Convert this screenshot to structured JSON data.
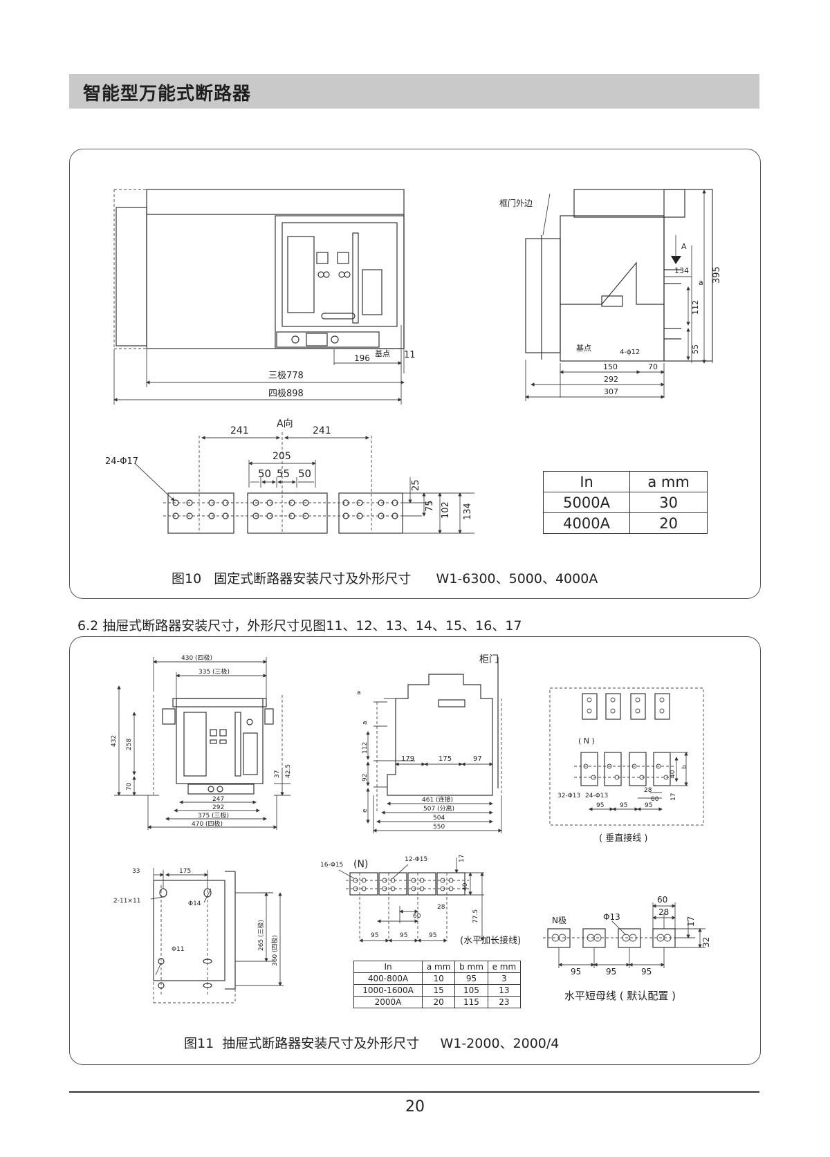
{
  "header": {
    "title": "智能型万能式断路器"
  },
  "figure10": {
    "front": {
      "dim_196": "196",
      "base_point": "基点",
      "dim_11": "11",
      "three_pole": "三极778",
      "four_pole": "四极898"
    },
    "side": {
      "frame_door_edge": "框门外边",
      "arrow_a": "A",
      "dim_134": "134",
      "dim_a": "a",
      "dim_112": "112",
      "dim_55": "55",
      "dim_395": "395",
      "base_point": "基点",
      "holes": "4-ɸ12",
      "dim_150": "150",
      "dim_70": "70",
      "dim_292": "292",
      "dim_307": "307"
    },
    "holes_view": {
      "direction_a": "A向",
      "dim_241_left": "241",
      "dim_241_right": "241",
      "holes_label": "24-Φ17",
      "dim_205": "205",
      "dim_50_a": "50",
      "dim_55": "55",
      "dim_50_b": "50",
      "dim_25": "25",
      "dim_75": "75",
      "dim_102": "102",
      "dim_134": "134"
    },
    "table": {
      "headers": [
        "In",
        "a mm"
      ],
      "rows": [
        [
          "5000A",
          "30"
        ],
        [
          "4000A",
          "20"
        ]
      ]
    },
    "caption": "图10   固定式断路器安装尺寸及外形尺寸      W1-6300、5000、4000A"
  },
  "section": {
    "heading": "6.2 抽屉式断路器安装尺寸，外形尺寸见图11、12、13、14、15、16、17"
  },
  "figure11": {
    "front": {
      "dim_430": "430  (四极)",
      "dim_335": "335  (三极)",
      "dim_432": "432",
      "dim_258": "258",
      "dim_70": "70",
      "dim_37": "37",
      "dim_42_5": "42.5",
      "dim_247": "247",
      "dim_292": "292",
      "dim_375": "375  (三极)",
      "dim_470": "470  (四极)"
    },
    "side": {
      "cabinet_door": "柜门",
      "dim_a1": "a",
      "dim_a2": "a",
      "dim_112": "112",
      "dim_92": "92",
      "dim_e": "e",
      "dim_179": "179",
      "dim_175": "175",
      "dim_97": "97",
      "dim_461": "461  (连接)",
      "dim_507": "507  (分离)",
      "dim_504": "504",
      "dim_550": "550"
    },
    "vertical": {
      "n_label": "( N )",
      "dim_40": "40",
      "dim_b": "b",
      "dim_17": "17",
      "dim_28": "28",
      "dim_60": "60",
      "holes_32": "32-Φ13",
      "holes_24": "24-Φ13",
      "dim_95_a": "95",
      "dim_95_b": "95",
      "dim_95_c": "95",
      "caption": "( 垂直接线 )"
    },
    "mounting": {
      "dim_33": "33",
      "dim_175": "175",
      "slots": "2-11×11",
      "phi14": "Φ14",
      "phi11": "Φ11",
      "dim_265": "265  (三极)",
      "dim_360": "360  (四极)"
    },
    "horizontal_long": {
      "holes_16": "16-Φ15",
      "n_label": "(N)",
      "holes_12": "12-Φ15",
      "dim_17": "17",
      "dim_40": "40",
      "dim_28": "28",
      "dim_60": "60",
      "dim_77_5": "77.5",
      "dim_95_a": "95",
      "dim_95_b": "95",
      "dim_95_c": "95",
      "caption": "(水平加长接线)"
    },
    "horizontal_short": {
      "n_pole": "N极",
      "phi13": "Φ13",
      "dim_60": "60",
      "dim_28": "28",
      "dim_17": "17",
      "dim_32": "32",
      "dim_95_a": "95",
      "dim_95_b": "95",
      "dim_95_c": "95",
      "caption": "水平短母线 ( 默认配置 )"
    },
    "table": {
      "headers": [
        "In",
        "a mm",
        "b mm",
        "e mm"
      ],
      "rows": [
        [
          "400-800A",
          "10",
          "95",
          "3"
        ],
        [
          "1000-1600A",
          "15",
          "105",
          "13"
        ],
        [
          "2000A",
          "20",
          "115",
          "23"
        ]
      ]
    },
    "caption": "图11  抽屉式断路器安装尺寸及外形尺寸     W1-2000、2000/4"
  },
  "footer": {
    "page_number": "20"
  }
}
